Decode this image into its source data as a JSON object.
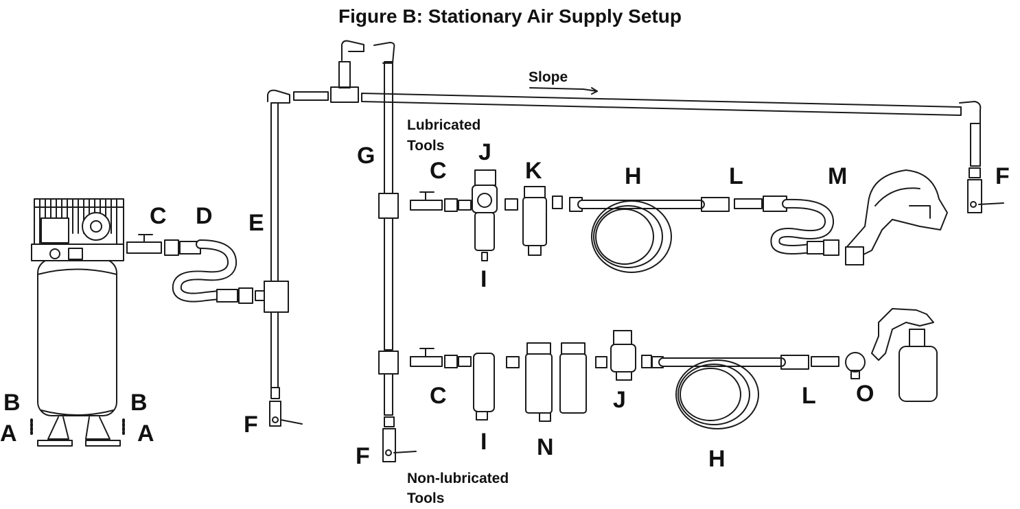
{
  "title": "Figure B:  Stationary Air Supply Setup",
  "slope_label": "Slope",
  "lubricated_label": [
    "Lubricated",
    "Tools"
  ],
  "nonlubricated_label": [
    "Non-lubricated",
    "Tools"
  ],
  "callouts": {
    "A": "A",
    "B": "B",
    "C": "C",
    "D": "D",
    "E": "E",
    "F": "F",
    "G": "G",
    "H": "H",
    "I": "I",
    "J": "J",
    "K": "K",
    "L": "L",
    "M": "M",
    "N": "N",
    "O": "O"
  },
  "colors": {
    "line": "#1a1a1a",
    "background": "#ffffff"
  }
}
